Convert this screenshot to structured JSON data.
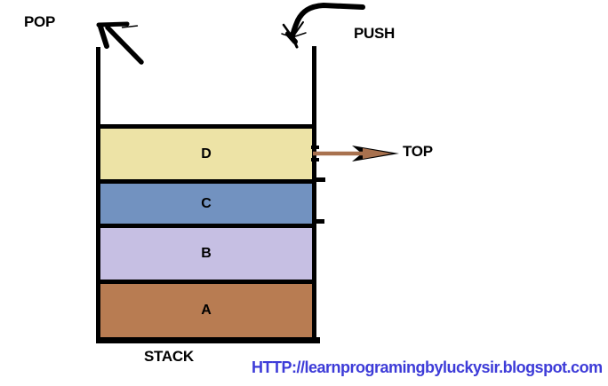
{
  "diagram": {
    "operation_labels": {
      "pop": "POP",
      "push": "PUSH",
      "top": "TOP"
    },
    "caption": "STACK",
    "url": "HTTP://learnprogramingbyluckysir.blogspot.com",
    "colors": {
      "url_text": "#3D3BD8",
      "arrow_brown": "#A8714E",
      "outline": "#000000"
    },
    "stack_blocks": [
      {
        "label": "D",
        "color": "#EDE3A6"
      },
      {
        "label": "C",
        "color": "#7292C0"
      },
      {
        "label": "B",
        "color": "#C6BFE3"
      },
      {
        "label": "A",
        "color": "#B87C52"
      }
    ]
  }
}
